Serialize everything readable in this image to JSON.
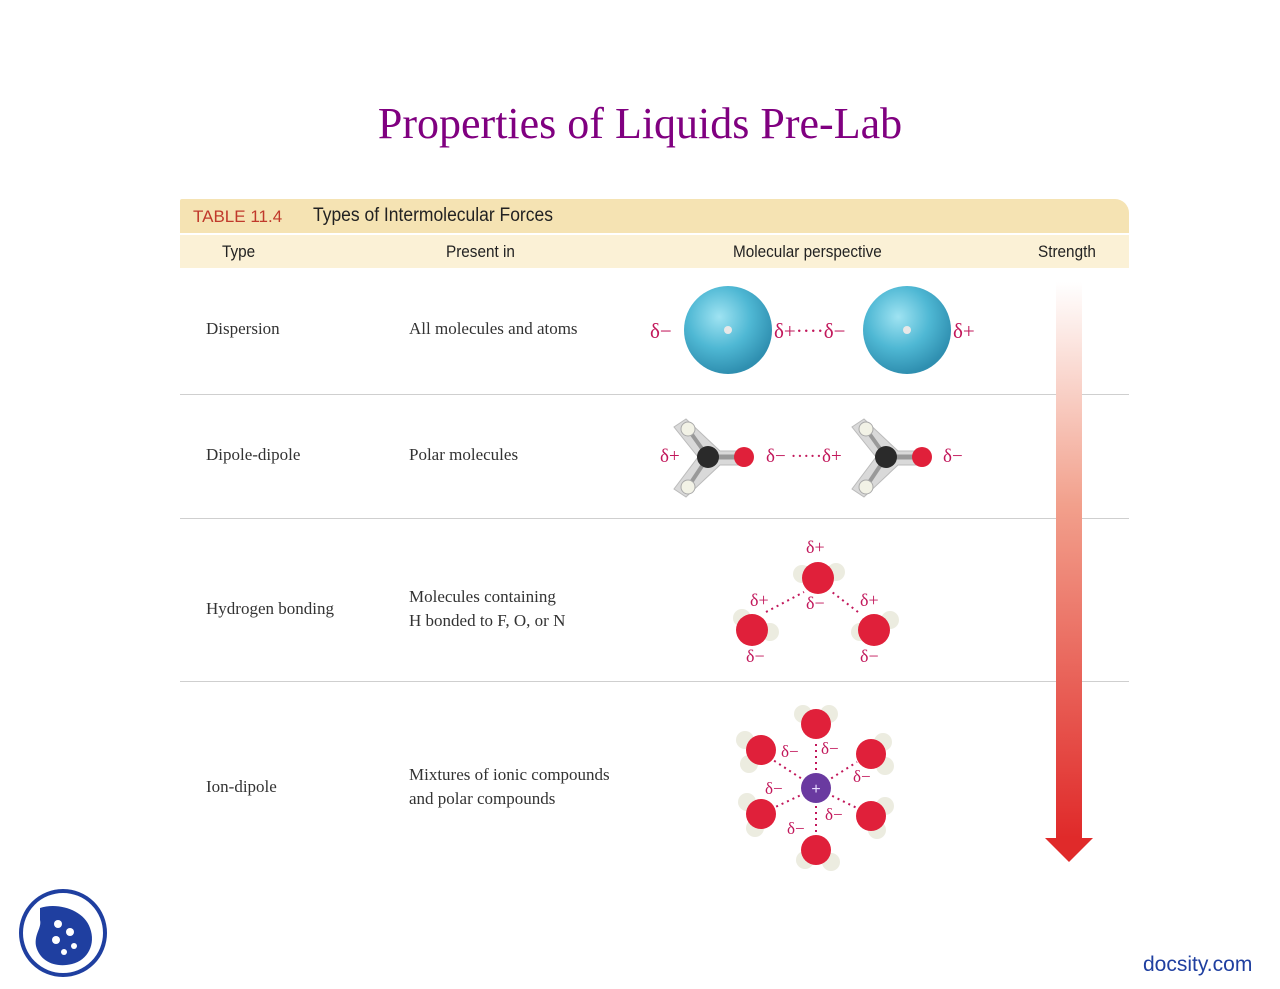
{
  "slide": {
    "title": "Properties of Liquids Pre-Lab"
  },
  "table": {
    "number": "TABLE 11.4",
    "name": "Types of Intermolecular Forces",
    "headers": {
      "type": "Type",
      "present_in": "Present in",
      "perspective": "Molecular perspective",
      "strength": "Strength"
    },
    "rows": [
      {
        "type": "Dispersion",
        "present_in": [
          "All molecules and atoms"
        ]
      },
      {
        "type": "Dipole-dipole",
        "present_in": [
          "Polar molecules"
        ]
      },
      {
        "type": "Hydrogen bonding",
        "present_in": [
          "Molecules containing",
          "H bonded to F, O, or N"
        ]
      },
      {
        "type": "Ion-dipole",
        "present_in": [
          "Mixtures of ionic compounds",
          "and polar compounds"
        ]
      }
    ]
  },
  "labels": {
    "dispersion": {
      "left": "δ−",
      "middle": "δ+····δ−",
      "right": "δ+"
    },
    "dipole": {
      "left": "δ+",
      "middle": "δ− ·····δ+",
      "right": "δ−"
    },
    "hbond": {
      "top": "δ+",
      "center": "δ−",
      "left_top": "δ+",
      "right_top": "δ+",
      "left_bottom": "δ−",
      "right_bottom": "δ−"
    },
    "ion": {
      "charge": "+",
      "d1": "δ−",
      "d2": "δ−",
      "d3": "δ−",
      "d4": "δ−",
      "d5": "δ−",
      "d6": "δ−"
    }
  },
  "colors": {
    "title": "#800080",
    "delta": "#c2185b",
    "arrow": "#e03030",
    "brand": "#1f3fa0"
  },
  "footer": {
    "brand": "docsity.com"
  }
}
